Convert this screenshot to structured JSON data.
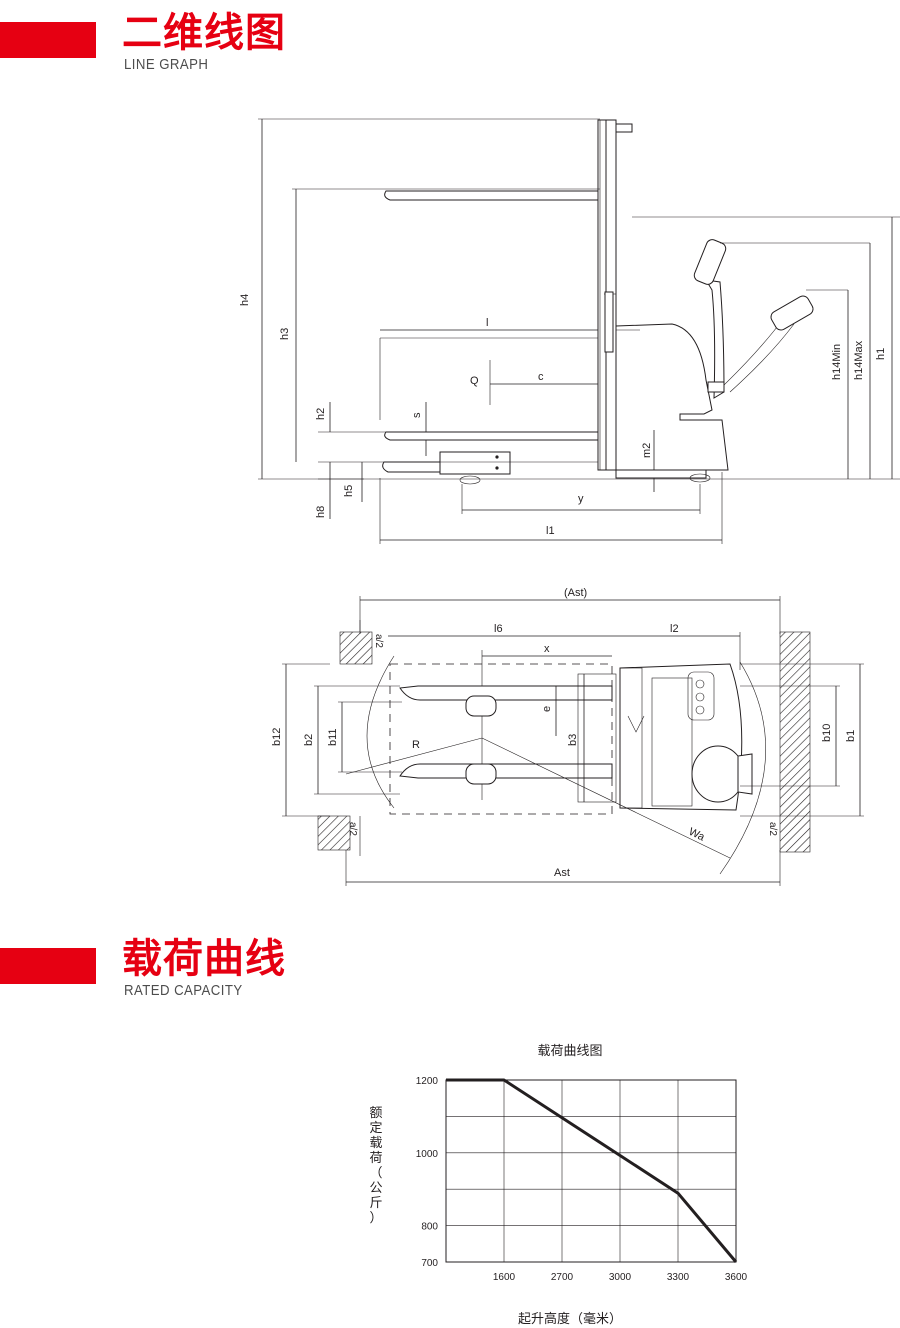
{
  "sections": {
    "line_graph": {
      "title": "二维线图",
      "subtitle": "LINE GRAPH"
    },
    "rated_capacity": {
      "title": "载荷曲线",
      "subtitle": "RATED CAPACITY"
    }
  },
  "side_view_labels": {
    "h4": "h4",
    "h3": "h3",
    "h2": "h2",
    "h8": "h8",
    "h5": "h5",
    "s": "s",
    "l": "l",
    "Q": "Q",
    "c": "c",
    "m2": "m2",
    "y": "y",
    "l1": "l1",
    "h14min": "h14Min",
    "h14max": "h14Max",
    "h1": "h1"
  },
  "top_view_labels": {
    "Ast_top": "(Ast)",
    "a2_tl": "a/2",
    "l6": "l6",
    "l2": "l2",
    "x": "x",
    "e": "e",
    "b12": "b12",
    "b2": "b2",
    "b11": "b11",
    "b3": "b3",
    "R": "R",
    "b10": "b10",
    "b1": "b1",
    "Wa": "Wa",
    "a2_bl": "a/2",
    "a2_br": "a/2",
    "Ast": "Ast"
  },
  "chart_data": {
    "type": "line",
    "title": "载荷曲线图",
    "xlabel": "起升高度（毫米）",
    "ylabel": "额定载荷（公斤）",
    "x_ticks": [
      "1600",
      "2700",
      "3000",
      "3300",
      "3600"
    ],
    "y_ticks": [
      "700",
      "800",
      "1000",
      "1200"
    ],
    "series": [
      {
        "points": [
          {
            "x": "min",
            "y": 1200
          },
          {
            "x": "1600",
            "y": 1200
          },
          {
            "x": "3300",
            "y": 900
          },
          {
            "x": "3600",
            "y": 700
          }
        ]
      }
    ],
    "grid": true,
    "line_color": "#231f20"
  }
}
